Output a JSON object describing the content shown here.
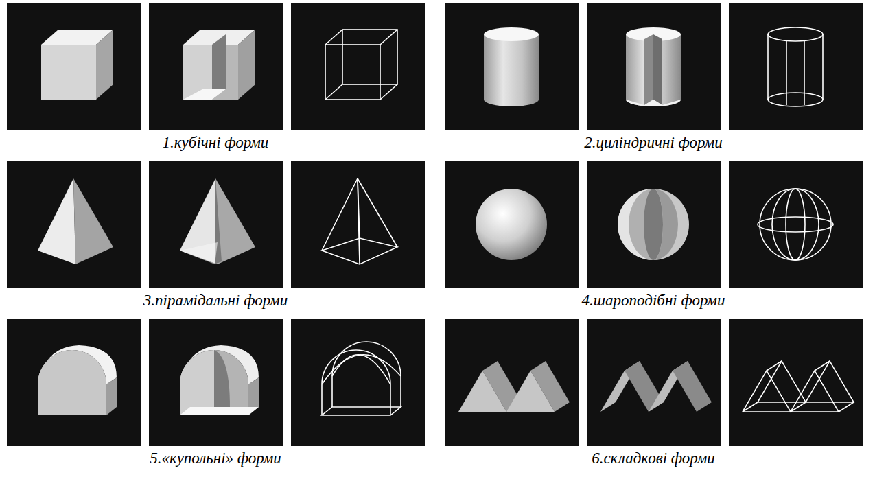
{
  "diagram": {
    "labels": [
      "1.кубічні форми",
      "2.циліндричні форми",
      "3.пірамідальні форми",
      "4.шароподібні форми",
      "5.«купольні» форми",
      "6.складкові форми"
    ]
  }
}
